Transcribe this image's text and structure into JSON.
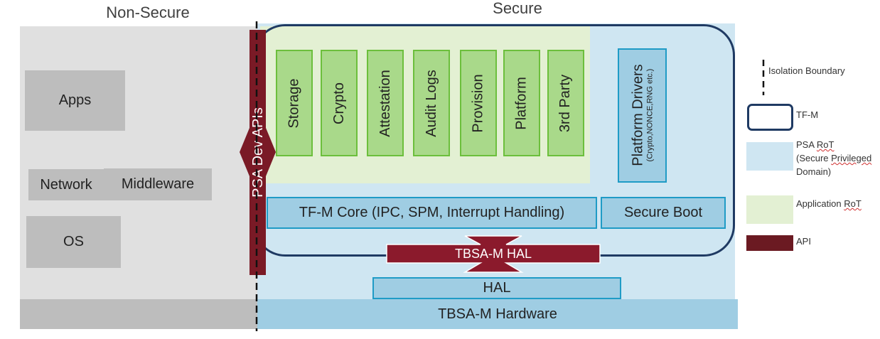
{
  "regions": {
    "non_secure_title": "Non-Secure",
    "secure_title": "Secure"
  },
  "non_secure": {
    "apps": "Apps",
    "network": "Network",
    "middleware": "Middleware",
    "os": "OS"
  },
  "api_bar": {
    "label": "PSA Dev APIs"
  },
  "services": [
    "Storage",
    "Crypto",
    "Attestation",
    "Audit Logs",
    "Provision",
    "Platform",
    "3rd Party"
  ],
  "platform_drivers": {
    "title": "Platform Drivers",
    "subtitle": "(Crypto,NONCE,RNG etc.)"
  },
  "core": {
    "tfm_core": "TF-M Core (IPC, SPM, Interrupt Handling)",
    "secure_boot": "Secure Boot"
  },
  "tbsa_hal": "TBSA-M HAL",
  "hal": "HAL",
  "hardware": "TBSA-M Hardware",
  "legend": {
    "isolation": "Isolation Boundary",
    "tfm": "TF-M",
    "psa_rot_prefix": "PSA ",
    "psa_rot_squig": "RoT",
    "psa_rot_line2": "(Secure ",
    "psa_rot_line2_squig": "Privileged",
    "psa_rot_line3": "Domain)",
    "app_rot_prefix": "Application ",
    "app_rot_squig": "RoT",
    "api": "API"
  },
  "colors": {
    "api": "#8b1a2c",
    "api_dark": "#6b1a22",
    "tfm_border": "#1f3a63",
    "psa_rot": "#cfe6f2",
    "app_rot": "#e3f0d3"
  }
}
